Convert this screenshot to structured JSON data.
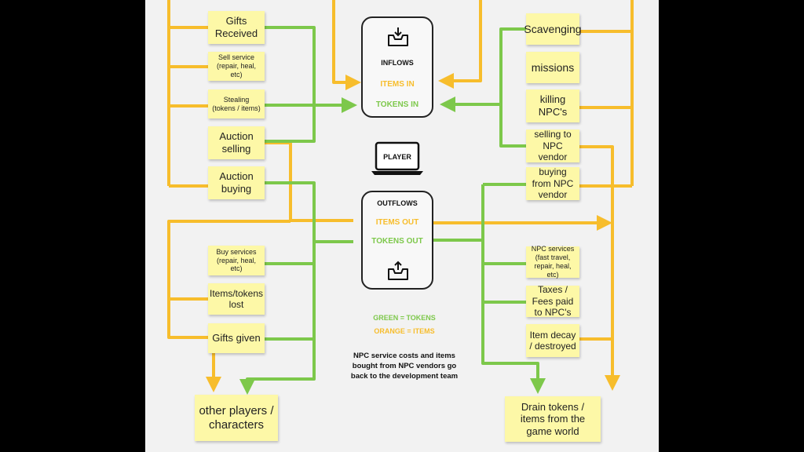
{
  "colors": {
    "tokens": "#7dc84b",
    "items": "#f7bd2c",
    "note": "#fdf8a7",
    "outline": "#222222"
  },
  "inflow_sources_left": [
    "Gifts Received",
    "Sell service (repair, heal, etc)",
    "Stealing (tokens / items)",
    "Auction selling",
    "Auction buying"
  ],
  "inflow_sources_right": [
    "Scavenging",
    "missions",
    "killing NPC's",
    "selling to NPC vendor",
    "buying from NPC vendor"
  ],
  "outflow_left": [
    "Buy services (repair, heal, etc)",
    "Items/tokens lost",
    "Gifts given"
  ],
  "outflow_right": [
    "NPC services (fast travel, repair, heal, etc)",
    "Taxes / Fees paid to NPC's",
    "Item decay / destroyed"
  ],
  "targets": {
    "other_players": "other players / characters",
    "drain": "Drain tokens / items from the game world"
  },
  "inflows_box": {
    "title": "INFLOWS",
    "items": "ITEMS IN",
    "tokens": "TOKENS IN",
    "icon": "inbox-download-icon"
  },
  "player": {
    "label": "PLAYER",
    "icon": "laptop-icon"
  },
  "outflows_box": {
    "title": "OUTFLOWS",
    "items": "ITEMS OUT",
    "tokens": "TOKENS OUT",
    "icon": "outbox-upload-icon"
  },
  "legend": {
    "green": "GREEN = TOKENS",
    "orange": "ORANGE = ITEMS"
  },
  "caption": "NPC service costs and items bought from NPC vendors go back to the development team"
}
